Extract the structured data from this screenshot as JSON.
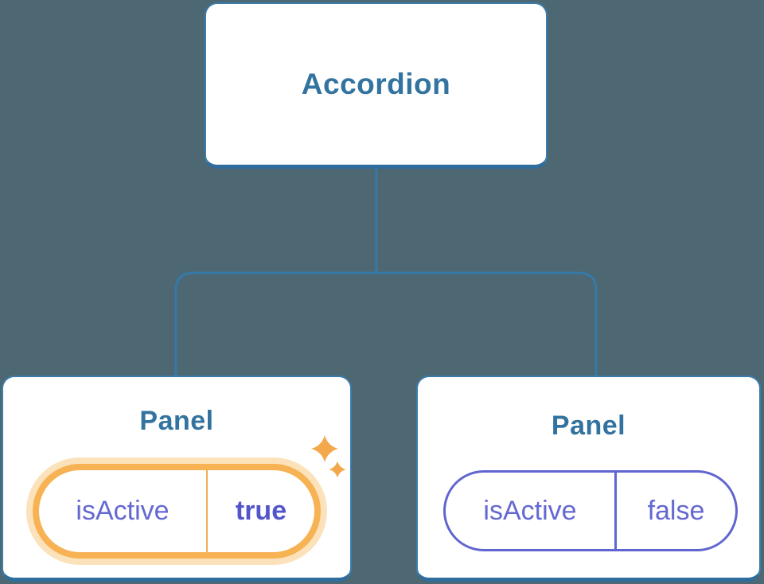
{
  "diagram": {
    "root": {
      "label": "Accordion"
    },
    "panels": [
      {
        "title": "Panel",
        "pill": {
          "key": "isActive",
          "value": "true"
        },
        "highlighted": "true"
      },
      {
        "title": "Panel",
        "pill": {
          "key": "isActive",
          "value": "false"
        },
        "highlighted": "false"
      }
    ],
    "colors": {
      "background": "#4D6872",
      "node_border": "#3A7CAC",
      "node_border_bottom": "#2E6D9D",
      "node_fill": "#FFFFFF",
      "connector": "#3579A8",
      "heading_text": "#33739F",
      "pill_text": "#6468D1",
      "pill_value_active_text": "#5356CB",
      "pill_outline": "#6065CF",
      "highlight_ring": "#F6B253",
      "highlight_glow": "#FBE2BA",
      "highlight_divider": "#F0AE54",
      "sparkle": "#F3A94B"
    }
  }
}
